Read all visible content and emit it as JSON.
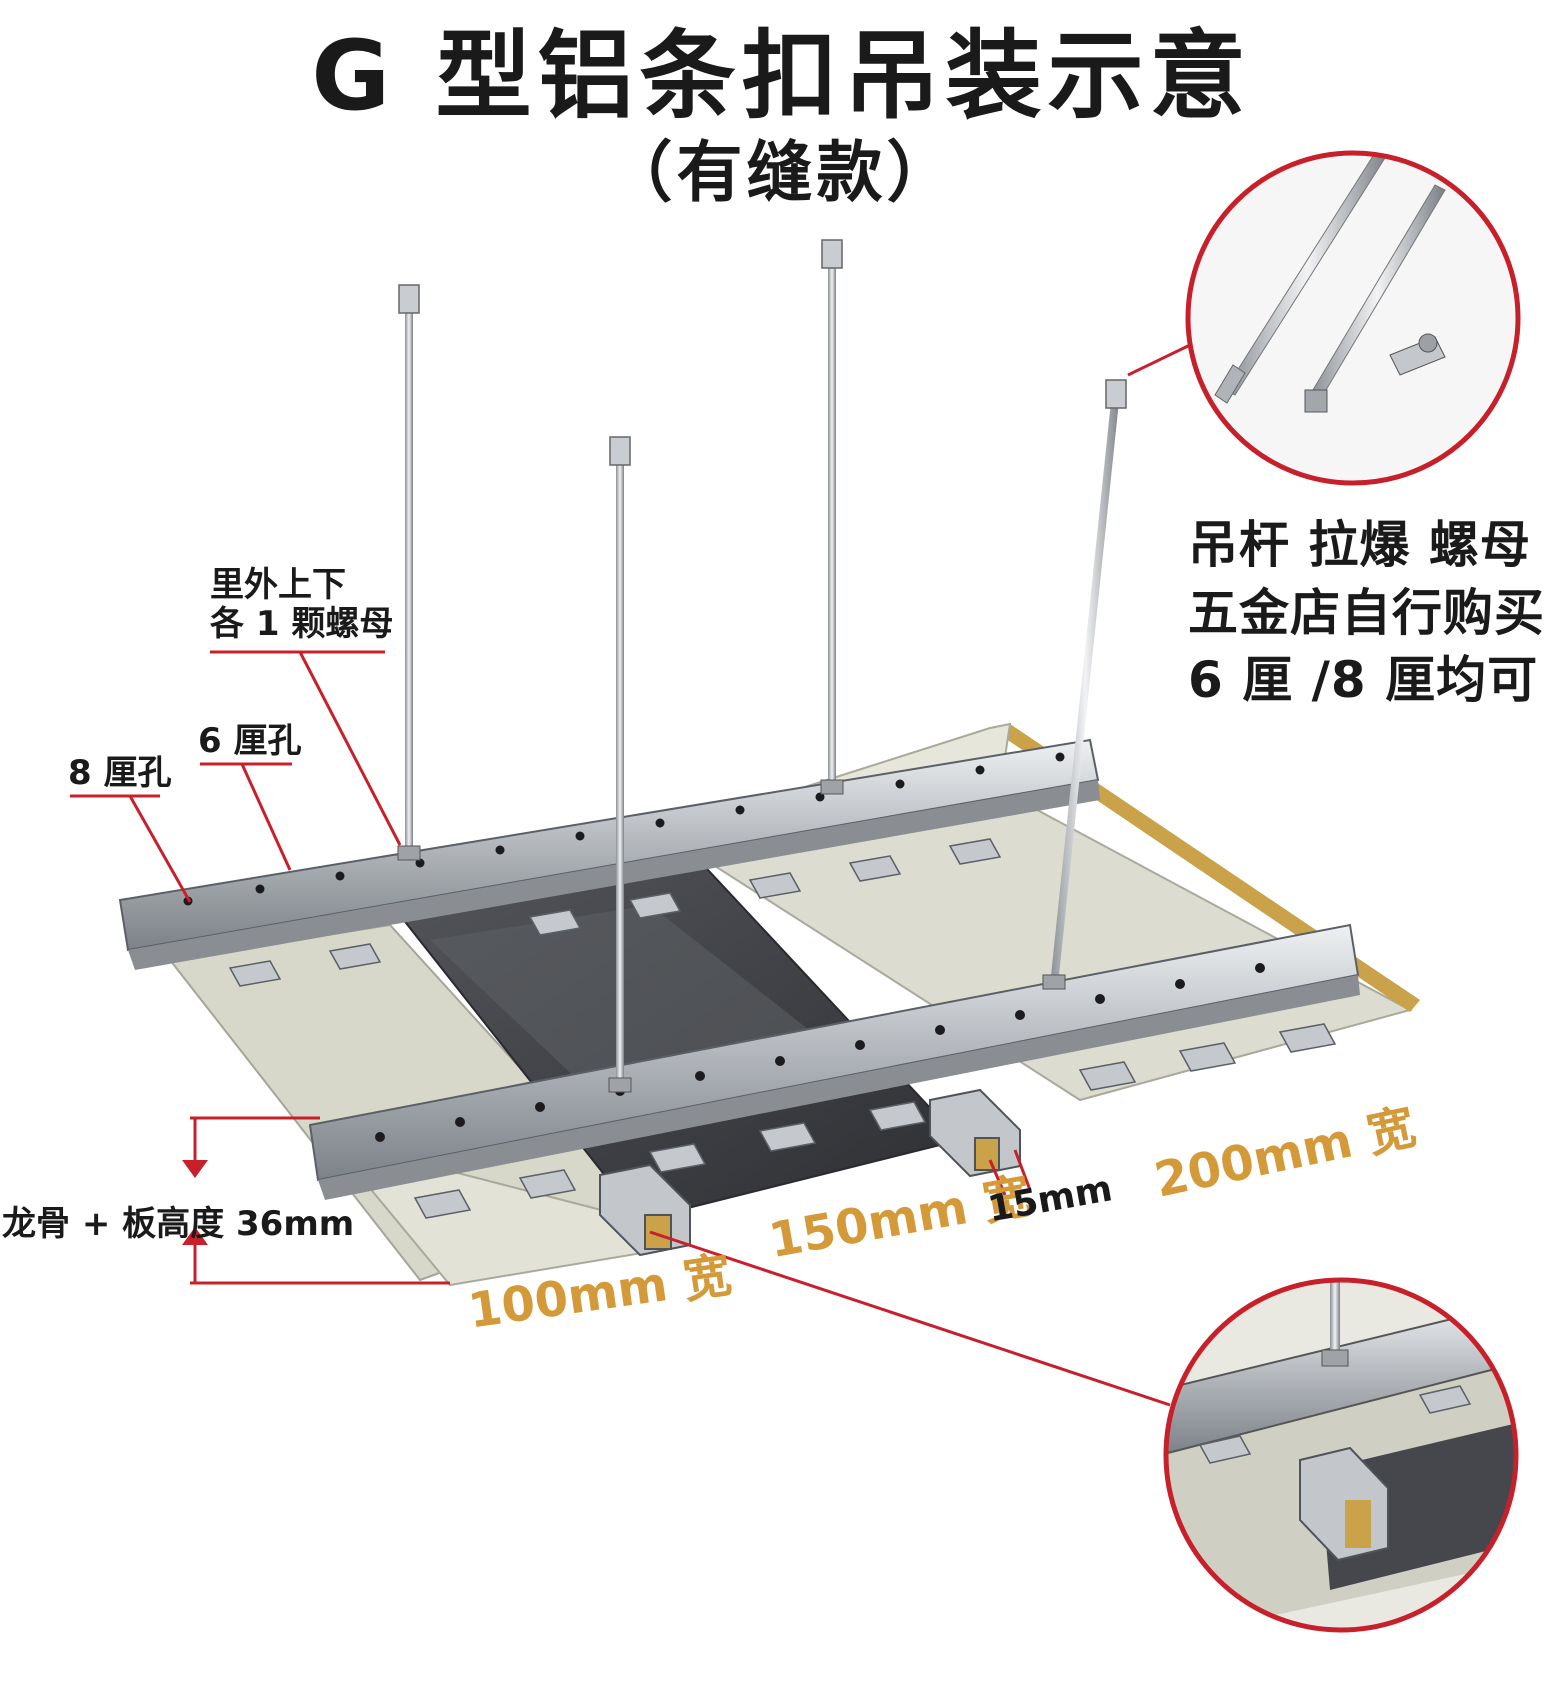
{
  "title": "G 型铝条扣吊装示意",
  "subtitle": "（有缝款）",
  "labels": {
    "nuts_line1": "里外上下",
    "nuts_line2": "各 1 颗螺母",
    "hole_6": "6 厘孔",
    "hole_8": "8 厘孔",
    "height": "龙骨 + 板高度 36mm",
    "width_100": "100mm 宽",
    "width_150": "150mm 宽",
    "gap_15": "15mm",
    "width_200": "200mm 宽"
  },
  "hardware_note": {
    "line1": "吊杆 拉爆 螺母",
    "line2": "五金店自行购买",
    "line3": "6 厘 /8 厘均可"
  },
  "colors": {
    "callout_line": "#c8202a",
    "dimension_text": "#d49a3a",
    "panel_light": "#dcdcd0",
    "panel_dark": "#3c3c40",
    "steel": "#b9bcc0"
  }
}
